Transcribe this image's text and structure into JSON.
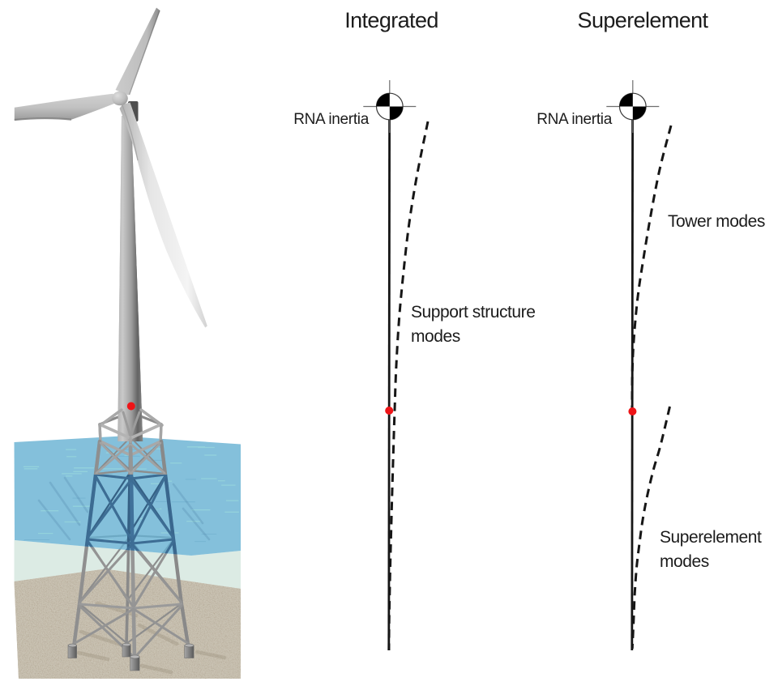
{
  "diagrams": {
    "integrated": {
      "title": "Integrated",
      "rna_label": "RNA inertia",
      "mode_label_line1": "Support structure",
      "mode_label_line2": "modes"
    },
    "superelement": {
      "title": "Superelement",
      "rna_label": "RNA inertia",
      "tower_mode_label": "Tower modes",
      "se_mode_label_line1": "Superelement",
      "se_mode_label_line2": "modes"
    }
  },
  "illustration": {
    "description": "3D render of an offshore wind turbine on a four-legged jacket foundation standing in shallow water on a sandy seabed",
    "interface_marker": "red dot at tower-jacket interface"
  },
  "colors": {
    "text": "#1c1c1c",
    "line": "#161616",
    "crosshair": "#6e6e6e",
    "interface_dot": "#ee1417",
    "water": "#65b0d2",
    "water_streak": "#aeeedd",
    "water_shadow": "#3c6e94",
    "mint": "#dcebe4",
    "sand": "#a89a84",
    "steel": "#9a9a9a"
  }
}
